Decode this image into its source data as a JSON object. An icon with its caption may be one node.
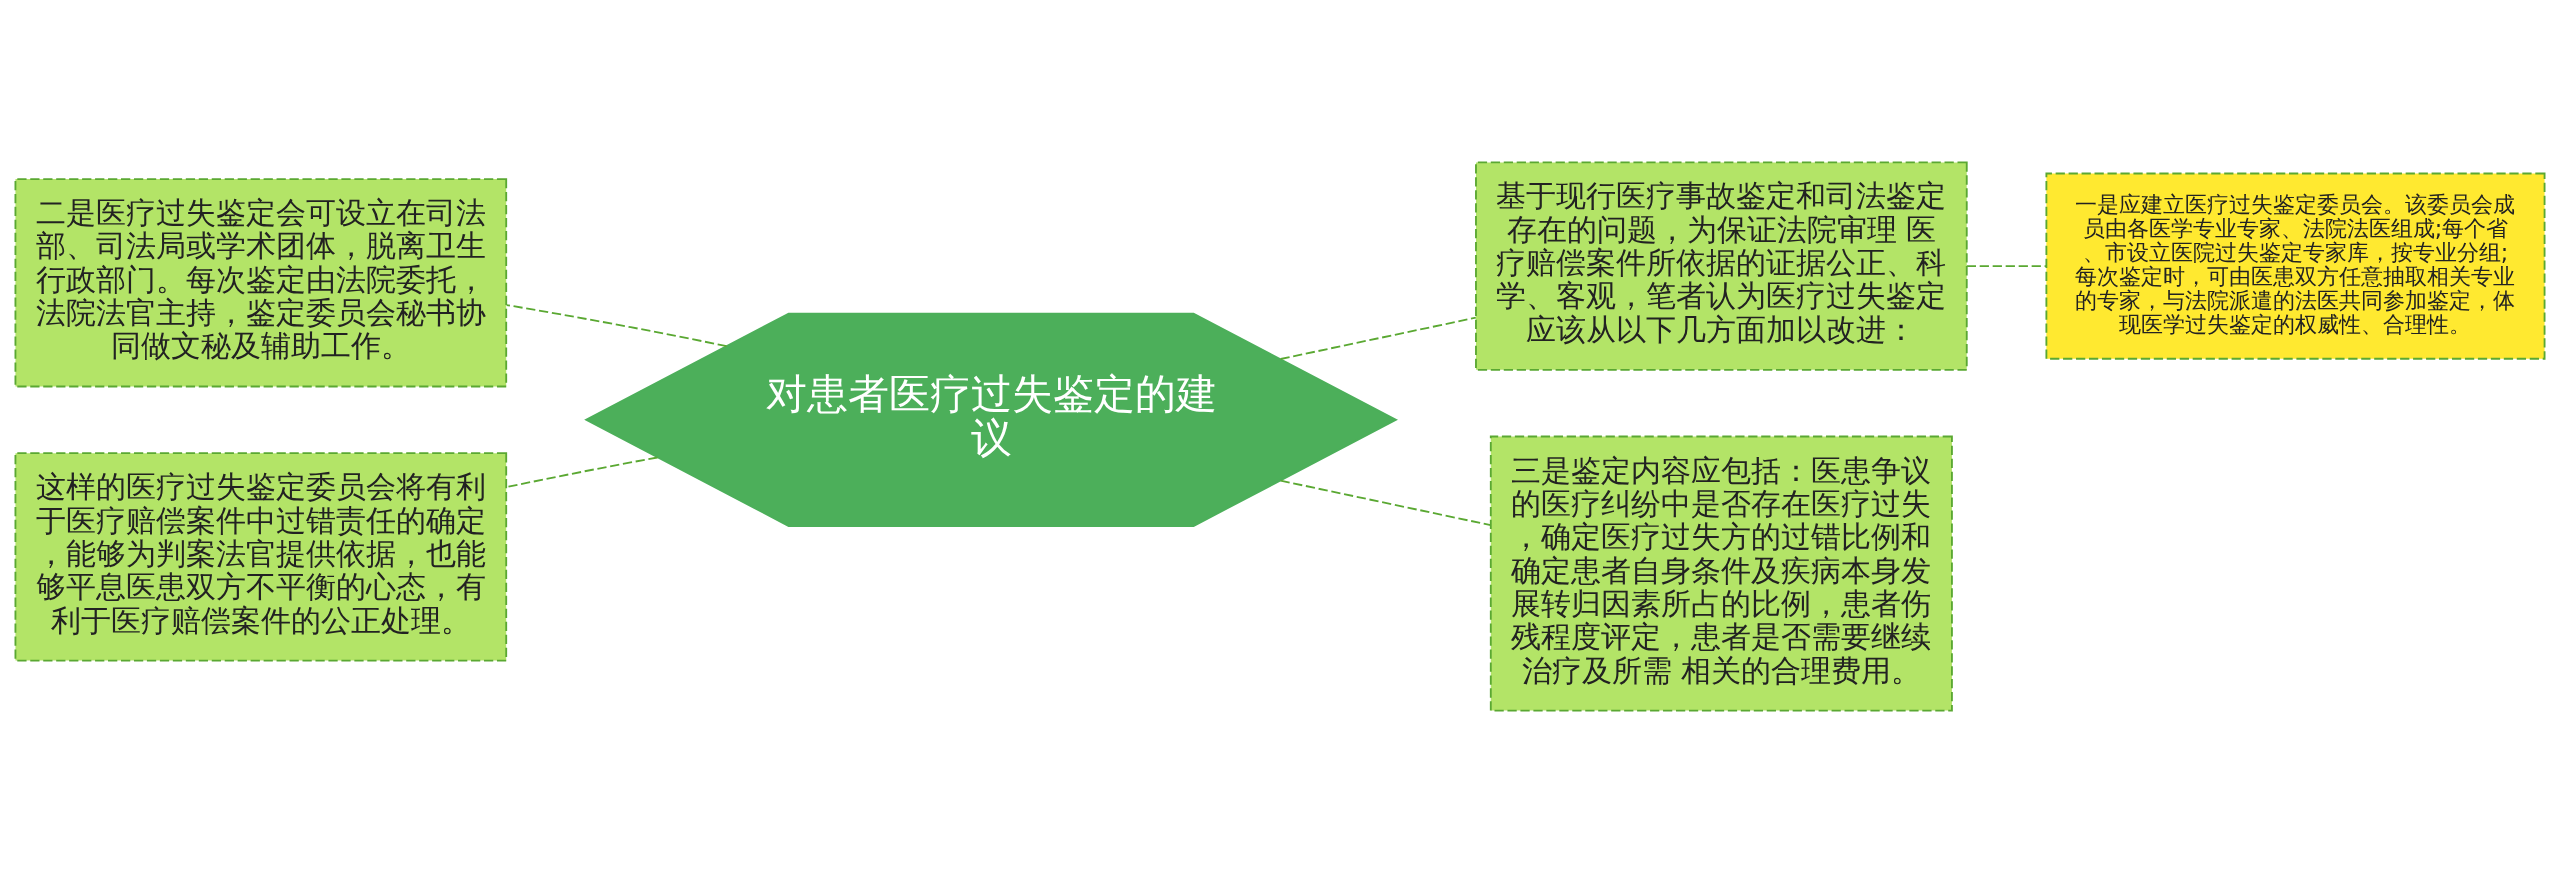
{
  "diagram": {
    "nodes": [
      {
        "text": [
          "对患者医疗过失鉴定的建议"
        ]
      },
      {
        "text": [
          "二是医疗过失鉴定会可设立在司法部、司法局或学术团体，脱离卫生行政部门。每次鉴定由法院委托，法院法官主持，鉴定委员会秘书协同做文秘及辅助工作。"
        ]
      },
      {
        "text": [
          "这样的医疗过失鉴定委员会将有利于医疗赔偿案件中过错责任的确定，能够为判案法官提供依据，也能够平息医患双方不平衡的心态，有利于医疗赔偿案件的公正处理。"
        ]
      },
      {
        "text": [
          "基于现行医疗事故鉴定和司法鉴定存在的问题，为保证法院审理 医疗赔偿案件所依据的证据公正、科学、客观，笔者认为医疗过失鉴定应该从以下几方面加以改进："
        ]
      },
      {
        "text": [
          "一是应建立医疗过失鉴定委员会。该委员会成员由各医学专业专家、法院法医组成;每个省、市设立医院过失鉴定专家库，按专业分组;每次鉴定时，可由医患双方任意抽取相关专业的专家，与法院派遣的法医共同参加鉴定，体现医学过失鉴定的权威性、合理性。"
        ]
      },
      {
        "text": [
          "三是鉴定内容应包括：医患争议的医疗纠纷中是否存在医疗过失，确定医疗过失方的过错比例和确定患者自身条件及疾病本身发展转归因素所占的比例，患者伤残程度评定，患者是否需要继续治疗及所需 相关的合理费用。"
        ]
      }
    ],
    "edges": [
      {
        "from": 0,
        "to": 1,
        "arrow": "none",
        "style": "dashed"
      },
      {
        "from": 0,
        "to": 2,
        "arrow": "none",
        "style": "dashed"
      },
      {
        "from": 0,
        "to": 3,
        "arrow": "none",
        "style": "dashed"
      },
      {
        "from": 3,
        "to": 4,
        "arrow": "none",
        "style": "dashed"
      },
      {
        "from": 0,
        "to": 5,
        "arrow": "none",
        "style": "dashed"
      }
    ]
  }
}
